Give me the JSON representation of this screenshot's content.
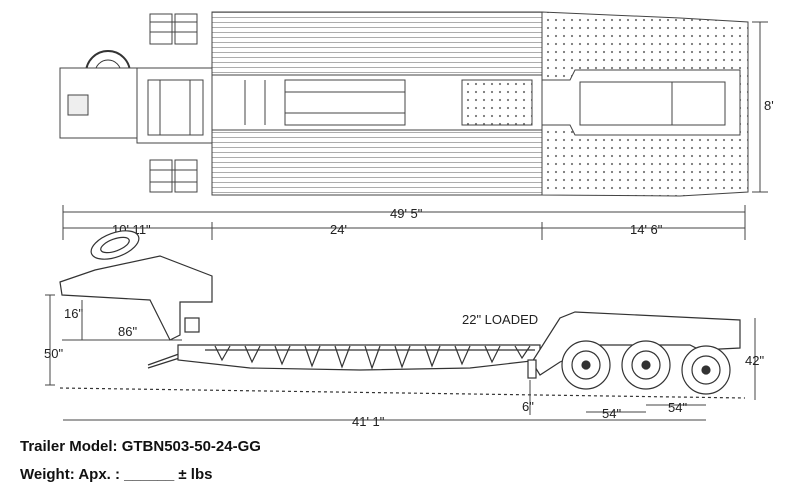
{
  "dimensions": {
    "overall_length": "49' 5\"",
    "gooseneck_length": "10' 11\"",
    "deck_length": "24'",
    "rear_section_length": "14' 6\"",
    "width": "8'",
    "gooseneck_height": "16\"",
    "gooseneck_clearance": "86\"",
    "front_height": "50\"",
    "loaded_deck_height": "22\" LOADED",
    "rear_deck_height": "42\"",
    "ground_clearance": "6\"",
    "axle_spacing_1": "54\"",
    "axle_spacing_2": "54\"",
    "kingpin_to_axle": "41' 1\""
  },
  "info": {
    "model_label": "Trailer Model:",
    "model_value": "GTBN503-50-24-GG",
    "weight_label": "Weight: Apx. :",
    "weight_blank": "______",
    "weight_unit": "± lbs"
  }
}
